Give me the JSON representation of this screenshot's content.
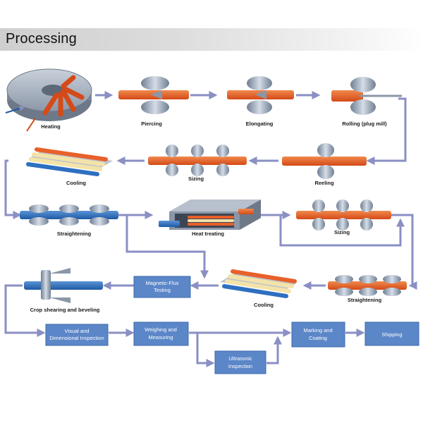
{
  "header": {
    "title": "Processing"
  },
  "steps": {
    "heating": "Heating",
    "piercing": "Piercing",
    "elongating": "Elongating",
    "rolling": "Rolling (plug mill)",
    "cooling1": "Cooling",
    "sizing1": "Sizing",
    "reeling": "Reeling",
    "straightening1": "Straightening",
    "heat_treating": "Heat treating",
    "sizing2": "Sizing",
    "crop": "Crop shearing and beveling",
    "cooling2": "Cooling",
    "straightening2": "Straightening"
  },
  "boxes": {
    "magnetic_1": "Magnetic-Flux",
    "magnetic_2": "Testing",
    "visual_1": "Visual and",
    "visual_2": "Dimensional Inspection",
    "weighing_1": "Weighing and",
    "weighing_2": "Measuring",
    "ultrasonic_1": "Ultrasonic",
    "ultrasonic_2": "Inspection",
    "marking_1": "Marking and",
    "marking_2": "Coating",
    "shipping": "Shipping"
  },
  "colors": {
    "pipe_orange": "#e8602a",
    "pipe_blue": "#2e6fc0",
    "pipe_cream": "#f4e3a8",
    "box_fill": "#5b86c8",
    "arrow": "#8a8fc4",
    "roll": "#9aa7b8"
  },
  "icons": [
    "rolling-mill-icon",
    "furnace-icon",
    "pipe-bundle-icon",
    "straightener-icon"
  ]
}
